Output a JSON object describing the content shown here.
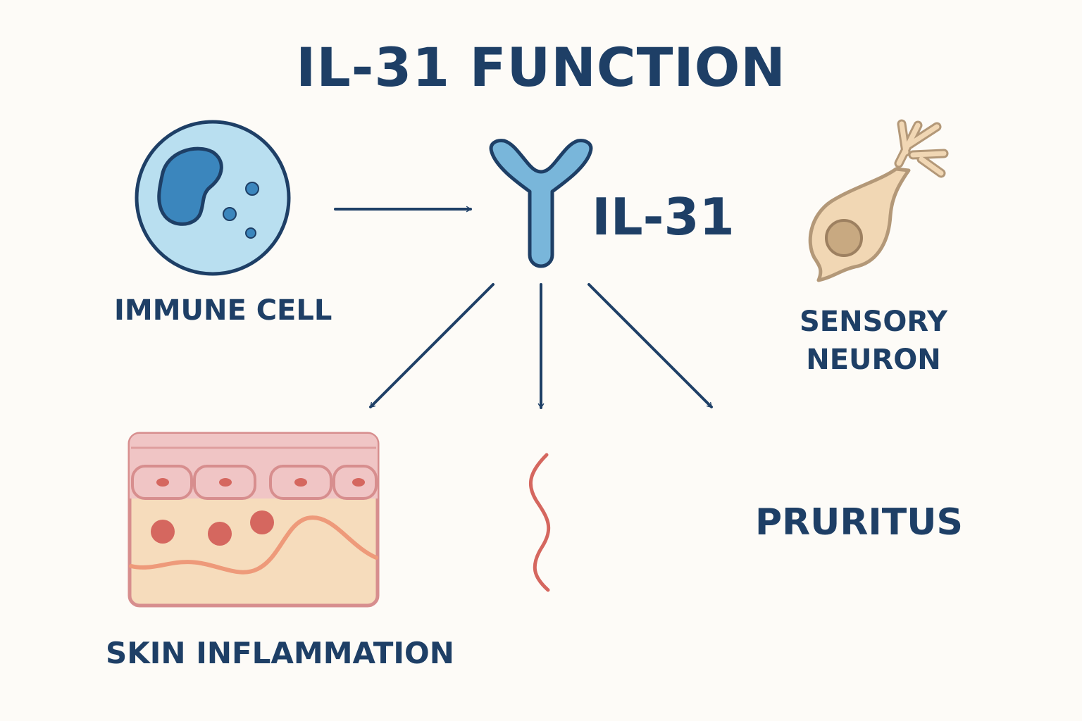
{
  "title": "IL-31 FUNCTION",
  "cytokine_label": "IL-31",
  "nodes": {
    "immune_cell": "IMMUNE CELL",
    "sensory_neuron": "SENSORY\nNEURON",
    "pruritus": "PRURITUS",
    "skin_inflammation": "SKIN INFLAMMATION"
  },
  "colors": {
    "ink": "#1e3f66",
    "cell_fill": "#b9dff0",
    "nucleus_fill": "#3b86bd",
    "receptor_fill": "#79b6da",
    "neuron_fill": "#f1d7b4",
    "neuron_stroke": "#b39878",
    "skin_top": "#f0c5c5",
    "skin_bottom": "#f6dcbc",
    "skin_border": "#d78e8e",
    "inflammation_dot": "#d5675f",
    "itch_wave": "#d5675f"
  }
}
